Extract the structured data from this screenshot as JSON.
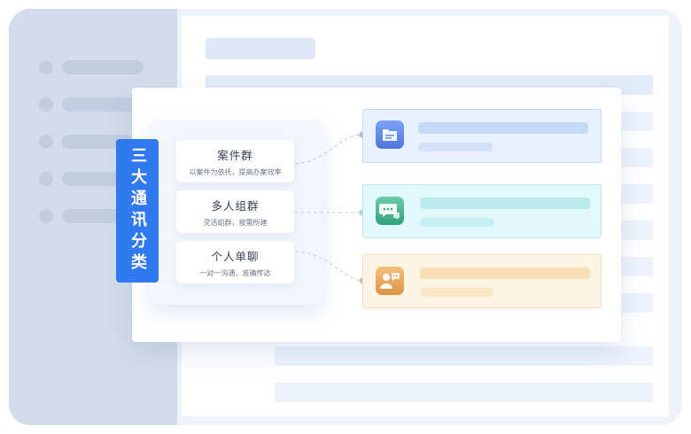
{
  "tag": {
    "label": "三大通讯分类"
  },
  "categories": [
    {
      "title": "案件群",
      "subtitle": "以案件为依托，提高办案效率",
      "icon": "folder-icon"
    },
    {
      "title": "多人组群",
      "subtitle": "灵活组群，按需所建",
      "icon": "chat-bubbles-icon"
    },
    {
      "title": "个人单聊",
      "subtitle": "一对一沟通，准确传达",
      "icon": "person-chat-icon"
    }
  ],
  "colors": {
    "accent": "#3079f1",
    "case_box": "#e8f0fd",
    "group_box": "#e3f8fb",
    "personal_box": "#fdf4e4",
    "case_icon": "#5b86ea",
    "group_icon": "#3daa8c",
    "personal_icon": "#e4a24f"
  }
}
